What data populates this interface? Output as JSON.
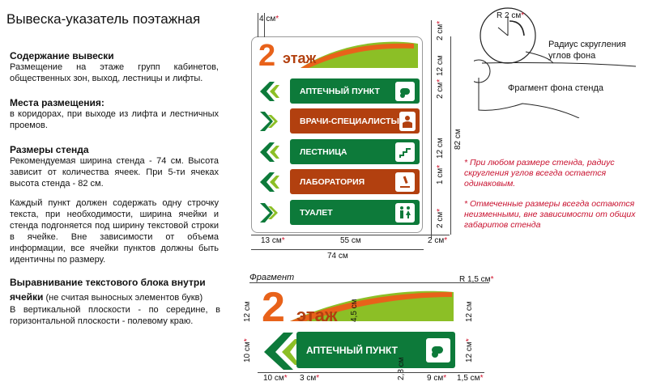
{
  "title": "Вывеска-указатель поэтажная",
  "sections": [
    {
      "heading": "Содержание вывески",
      "text": "Размещение на этаже групп кабинетов, общественных зон, выход, лестницы и лифты."
    },
    {
      "heading": "Места размещения:",
      "text": "в коридорах, при выходе из лифта и лестничных проемов."
    },
    {
      "heading": "Размеры стенда",
      "text": "Рекомендуемая ширина стенда - 74 см. Высота зависит от количества ячеек. При 5-ти ячеках высота стенда - 82 см."
    },
    {
      "heading": "",
      "text": "Каждый пункт должен содержать одну строчку текста, при необходимости, ширина ячейки и стенда подгоняется под ширину текстовой строки в ячейке. Вне зависимости от объема информации, все ячейки пунктов должны быть идентичны по размеру."
    },
    {
      "heading": "Выравнивание текстового блока внутри ячейки",
      "heading_suffix": " (не считая выносных элементов букв)",
      "text": "В вертикальной плоскости - по середине, в горизонтальной плоскости - полевому краю."
    }
  ],
  "sign": {
    "floor_number": "2",
    "floor_word": "этаж",
    "rows": [
      {
        "label": "АПТЕЧНЫЙ ПУНКТ",
        "color": "#0d7a3a",
        "icon": "pharmacy-icon"
      },
      {
        "label": "ВРАЧИ-СПЕЦИАЛИСТЫ",
        "color": "#b2400f",
        "icon": "doctor-icon"
      },
      {
        "label": "ЛЕСТНИЦА",
        "color": "#0d7a3a",
        "icon": "stairs-icon"
      },
      {
        "label": "ЛАБОРАТОРИЯ",
        "color": "#b2400f",
        "icon": "microscope-icon"
      },
      {
        "label": "ТУАЛЕТ",
        "color": "#0d7a3a",
        "icon": "toilet-icon"
      }
    ]
  },
  "dims": {
    "top_left": "4 см",
    "right_2a": "2 см",
    "right_12": "12 см",
    "right_2b": "2 см",
    "right_12b": "12 см",
    "right_1": "1 см",
    "right_2c": "2 см",
    "total_h": "82 см",
    "bottom_13": "13 см",
    "bottom_55": "55 см",
    "bottom_2": "2 см",
    "total_w": "74 см",
    "star": "*"
  },
  "radius": {
    "label": "R 2 см",
    "caption": "Радиус скругления углов фона",
    "fragment_caption": "Фрагмент фона стенда"
  },
  "notes": [
    "* При любом размере стенда, радиус скругления углов всегда остается одинаковым.",
    "* Отмеченные размеры всегда остаются неизменными, вне зависимости от общих габаритов стенда"
  ],
  "fragment": {
    "label": "Фрагмент",
    "r": "R 1,5 см",
    "d_12_left": "12 см",
    "d_45": "4,5 см",
    "d_12_right": "12 см",
    "d_10_left": "10 см",
    "d_28": "2,8 см",
    "d_12_right2": "12 см",
    "d_10_bottom": "10 см",
    "d_3": "3 см",
    "d_9": "9 см",
    "d_15": "1,5 см",
    "floor_number": "2",
    "floor_word": "этаж",
    "row_label": "АПТЕЧНЫЙ ПУНКТ"
  },
  "colors": {
    "green": "#0d7a3a",
    "brown": "#b2400f",
    "lime": "#8cbf26",
    "orange": "#e8621a",
    "red": "#d0102a"
  }
}
